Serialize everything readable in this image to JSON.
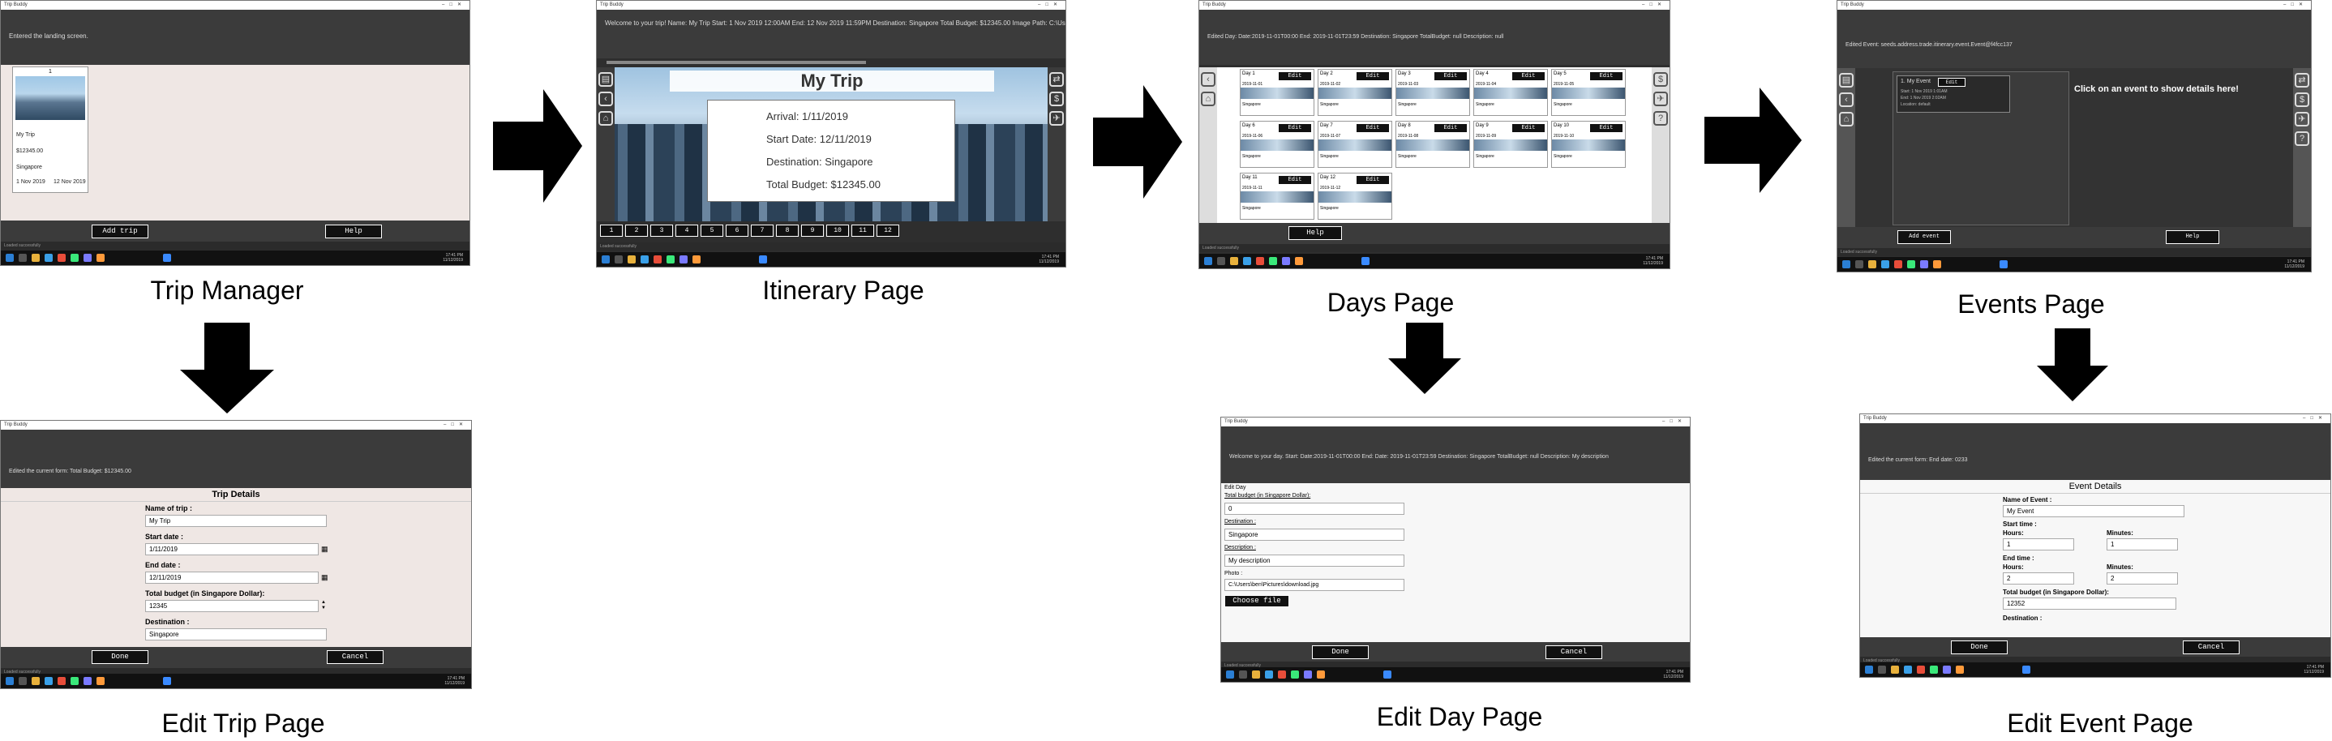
{
  "labels": {
    "trip_manager": "Trip Manager",
    "itinerary": "Itinerary Page",
    "days": "Days Page",
    "events": "Events Page",
    "edit_trip": "Edit Trip Page",
    "edit_day": "Edit Day Page",
    "edit_event": "Edit Event Page"
  },
  "common": {
    "app_title": "Trip Buddy",
    "status_text": "Loaded successfully",
    "clock_time": "17:41 PM",
    "clock_date": "11/12/2019"
  },
  "trip_manager": {
    "header": "Entered the landing screen.",
    "trip_name": "My Trip",
    "budget": "$12345.00",
    "destination": "Singapore",
    "start": "1 Nov 2019",
    "end": "12 Nov 2019",
    "add_trip": "Add trip",
    "help": "Help"
  },
  "itinerary": {
    "header": "Welcome to your trip! Name: My Trip Start: 1 Nov 2019 12:00AM End: 12 Nov 2019 11:59PM Destination: Singapore Total Budget: $12345.00 Image Path: C:\\Users\\Pictures",
    "title": "My Trip",
    "arrival": "Arrival: 1/11/2019",
    "start_date": "Start Date: 12/11/2019",
    "destination": "Destination: Singapore",
    "budget": "Total Budget: $12345.00",
    "day_tabs": [
      "1",
      "2",
      "3",
      "4",
      "5",
      "6",
      "7",
      "8",
      "9",
      "10",
      "11",
      "12"
    ]
  },
  "days": {
    "header": "Edited Day: Date:2019-11-01T00:00 End: 2019-11-01T23:59 Destination: Singapore TotalBudget: null Description: null",
    "edit_label": "Edit",
    "help": "Help",
    "cards": [
      {
        "day": "Day 1",
        "date": "2019-11-01",
        "dest": "Singapore"
      },
      {
        "day": "Day 2",
        "date": "2019-11-02",
        "dest": "Singapore"
      },
      {
        "day": "Day 3",
        "date": "2019-11-03",
        "dest": "Singapore"
      },
      {
        "day": "Day 4",
        "date": "2019-11-04",
        "dest": "Singapore"
      },
      {
        "day": "Day 5",
        "date": "2019-11-05",
        "dest": "Singapore"
      },
      {
        "day": "Day 6",
        "date": "2019-11-06",
        "dest": "Singapore"
      },
      {
        "day": "Day 7",
        "date": "2019-11-07",
        "dest": "Singapore"
      },
      {
        "day": "Day 8",
        "date": "2019-11-08",
        "dest": "Singapore"
      },
      {
        "day": "Day 9",
        "date": "2019-11-09",
        "dest": "Singapore"
      },
      {
        "day": "Day 10",
        "date": "2019-11-10",
        "dest": "Singapore"
      },
      {
        "day": "Day 11",
        "date": "2019-11-11",
        "dest": "Singapore"
      },
      {
        "day": "Day 12",
        "date": "2019-11-12",
        "dest": "Singapore"
      }
    ]
  },
  "events": {
    "header": "Edited Event: seeds.address.trade.itinerary.event.Event@f4fcc137",
    "event_name": "1. My Event",
    "edit_label": "Edit",
    "event_lines": [
      "Start: 1 Nov 2019 1:01AM",
      "End: 1 Nov 2019 2:02AM",
      "Location: default"
    ],
    "placeholder": "Click on an event to show details here!",
    "add": "Add event",
    "help": "Help"
  },
  "edit_trip": {
    "header": "Edited the current form: Total Budget: $12345.00",
    "title": "Trip Details",
    "name_label": "Name of trip :",
    "name_value": "My Trip",
    "start_label": "Start date :",
    "start_value": "1/11/2019",
    "end_label": "End date :",
    "end_value": "12/11/2019",
    "budget_label": "Total budget (in Singapore Dollar):",
    "budget_value": "12345",
    "dest_label": "Destination :",
    "dest_value": "Singapore",
    "done": "Done",
    "cancel": "Cancel"
  },
  "edit_day": {
    "header": "Welcome to your day. Start: Date:2019-11-01T00:00 End: Date: 2019-11-01T23:59 Destination: Singapore TotalBudget: null Description: My description",
    "form_title": "Edit Day",
    "budget_label": "Total budget (in Singapore Dollar):",
    "budget_value": "0",
    "dest_label": "Destination :",
    "dest_value": "Singapore",
    "desc_label": "Description :",
    "desc_value": "My description",
    "photo_label": "Photo :",
    "photo_value": "C:\\Users\\ben\\Pictures\\download.jpg",
    "choose": "Choose file",
    "done": "Done",
    "cancel": "Cancel"
  },
  "edit_event": {
    "header": "Edited the current form: End date: 0233",
    "title": "Event Details",
    "name_label": "Name of Event :",
    "name_value": "My Event",
    "start_label": "Start time :",
    "end_label": "End time :",
    "hours_label": "Hours:",
    "minutes_label": "Minutes:",
    "start_hours": "1",
    "start_minutes": "1",
    "end_hours": "2",
    "end_minutes": "2",
    "budget_label": "Total budget (in Singapore Dollar):",
    "budget_value": "12352",
    "dest_label": "Destination :",
    "done": "Done",
    "cancel": "Cancel"
  }
}
